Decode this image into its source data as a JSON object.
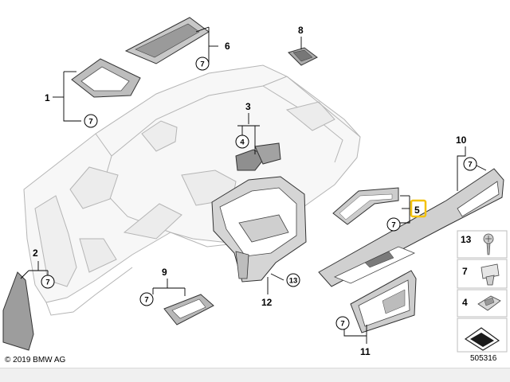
{
  "copyright": "© 2019 BMW AG",
  "diagram_number": "505316",
  "colors": {
    "highlight": "#f4c20d",
    "line": "#000000",
    "ghost_outline": "#b0b0b0",
    "part_fill": "#bdbdbd"
  },
  "part_labels": {
    "p1": "1",
    "p2": "2",
    "p3": "3",
    "p5": "5",
    "p6": "6",
    "p8": "8",
    "p9": "9",
    "p10": "10",
    "p11": "11",
    "p12": "12"
  },
  "callouts": {
    "c1": "7",
    "c2": "7",
    "c3": "4",
    "c6": "7",
    "c9": "7",
    "c10": "7",
    "c5": "7",
    "c11": "7",
    "c12": "13"
  },
  "fastener_legend": [
    {
      "label": "13",
      "icon": "screw-icon"
    },
    {
      "label": "7",
      "icon": "clip-icon"
    },
    {
      "label": "4",
      "icon": "nut-clip-icon"
    },
    {
      "label": "",
      "icon": "adhesive-strip-icon"
    }
  ],
  "highlighted_part": "5"
}
